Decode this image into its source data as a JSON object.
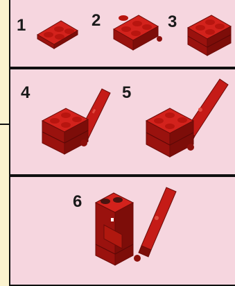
{
  "steps": [
    {
      "number": "1"
    },
    {
      "number": "2"
    },
    {
      "number": "3"
    },
    {
      "number": "4"
    },
    {
      "number": "5"
    },
    {
      "number": "6"
    }
  ],
  "colors": {
    "page_background": "#fbf3cf",
    "panel_background": "#f6d6df",
    "divider": "#101010",
    "brick_red": "#c51b17",
    "brick_dark": "#7a0d0a"
  },
  "icons": [
    "lego-plate-2x2-icon",
    "lego-brick-assembly-icon",
    "lego-hinge-arm-icon"
  ]
}
